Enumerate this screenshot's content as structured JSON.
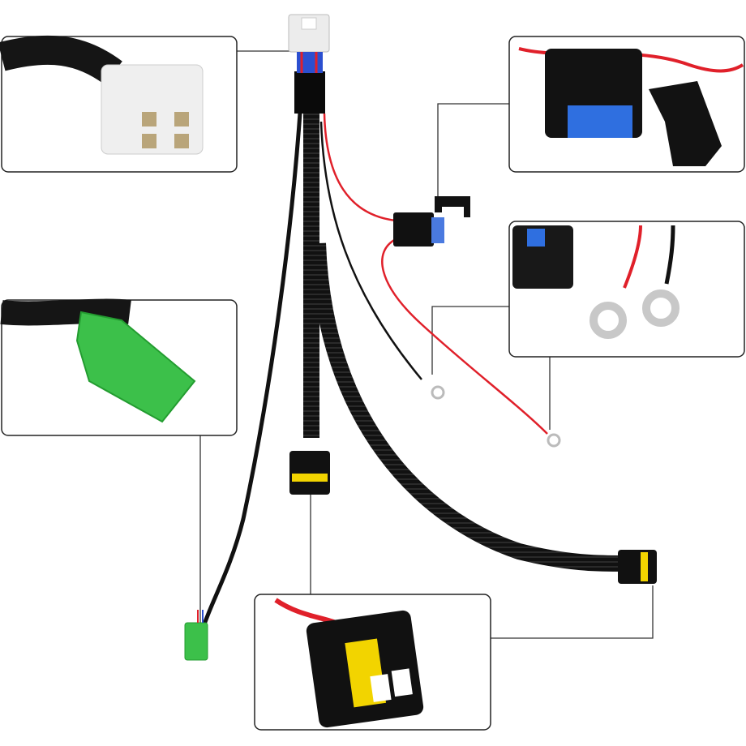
{
  "colors": {
    "background": "#ffffff",
    "callout_border": "#222222",
    "wire_black": "#111111",
    "wire_red": "#e0202a",
    "connector_white": "#ececec",
    "connector_green": "#3cc04a",
    "seal_yellow": "#f2d400",
    "fuse_blue": "#2f6fe0",
    "terminal_silver": "#c8c8c8"
  },
  "callouts": [
    {
      "name": "four-pin-white-connector-detail"
    },
    {
      "name": "inline-fuse-holder-detail"
    },
    {
      "name": "ring-terminal-detail"
    },
    {
      "name": "green-switch-connector-detail"
    },
    {
      "name": "h11-socket-detail"
    }
  ]
}
